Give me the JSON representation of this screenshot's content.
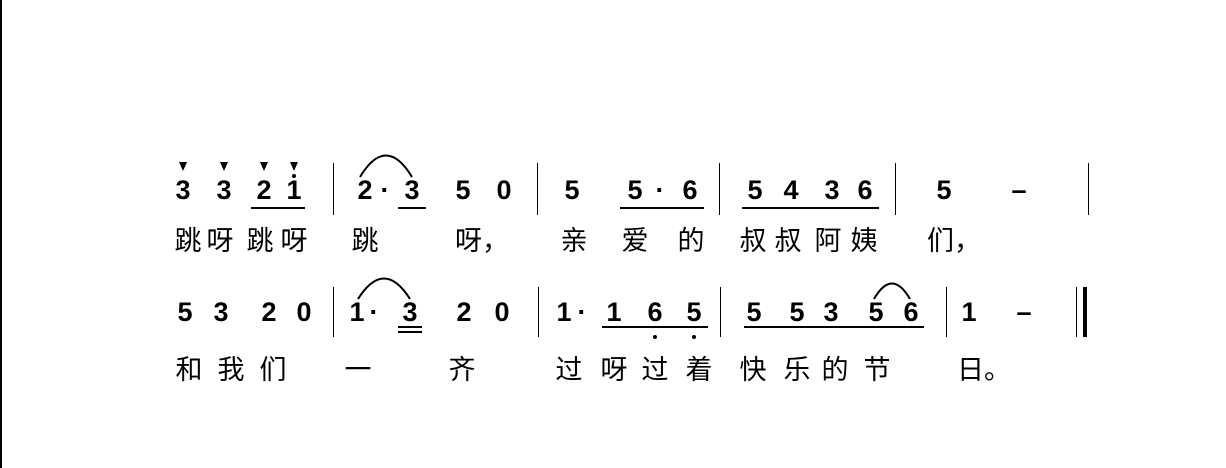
{
  "score": {
    "lines": [
      {
        "notes": [
          "3",
          "3",
          "2",
          "1",
          "2",
          "·",
          "3",
          "5",
          "0",
          "5",
          "5",
          "·",
          "6",
          "5",
          "4",
          "3",
          "6",
          "5",
          "–"
        ],
        "lyrics": [
          "跳",
          "呀",
          "跳",
          "呀",
          "跳",
          "呀，",
          "亲",
          "爱",
          "的",
          "叔",
          "叔",
          "阿",
          "姨",
          "们，"
        ]
      },
      {
        "notes": [
          "5",
          "3",
          "2",
          "0",
          "1",
          "·",
          "3",
          "2",
          "0",
          "1",
          "·",
          "1",
          "6",
          "5",
          "5",
          "5",
          "3",
          "5",
          "6",
          "1",
          "–"
        ],
        "lyrics": [
          "和",
          "我",
          "们",
          "一",
          "齐",
          "过",
          "呀",
          "过",
          "着",
          "快",
          "乐",
          "的",
          "节",
          "日。"
        ]
      }
    ]
  }
}
